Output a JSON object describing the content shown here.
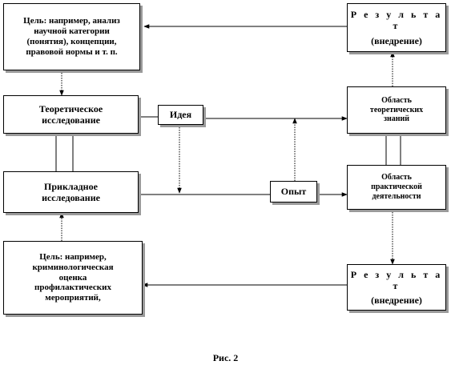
{
  "boxes": {
    "goal_top": "Цель: например, анализ\nнаучной категории\n(понятия),  концепции,\nправовой нормы и т. п.",
    "theoretical": "Теоретическое\nисследование",
    "idea": "Идея",
    "applied": "Прикладное\nисследование",
    "experience": "Опыт",
    "goal_bottom": "Цель: например,\nкриминологическая\nоценка\nпрофилактических\nмероприятий,",
    "result_top_title": "Р е з у л ь т а т",
    "result_top_sub": "(внедрение)",
    "theory_area": "Область\nтеоретических\nзнаний",
    "practice_area": "Область\nпрактической\nдеятельности",
    "result_bottom_title": "Р е з у л ь т а т",
    "result_bottom_sub": "(внедрение)"
  },
  "caption": "Рис. 2"
}
